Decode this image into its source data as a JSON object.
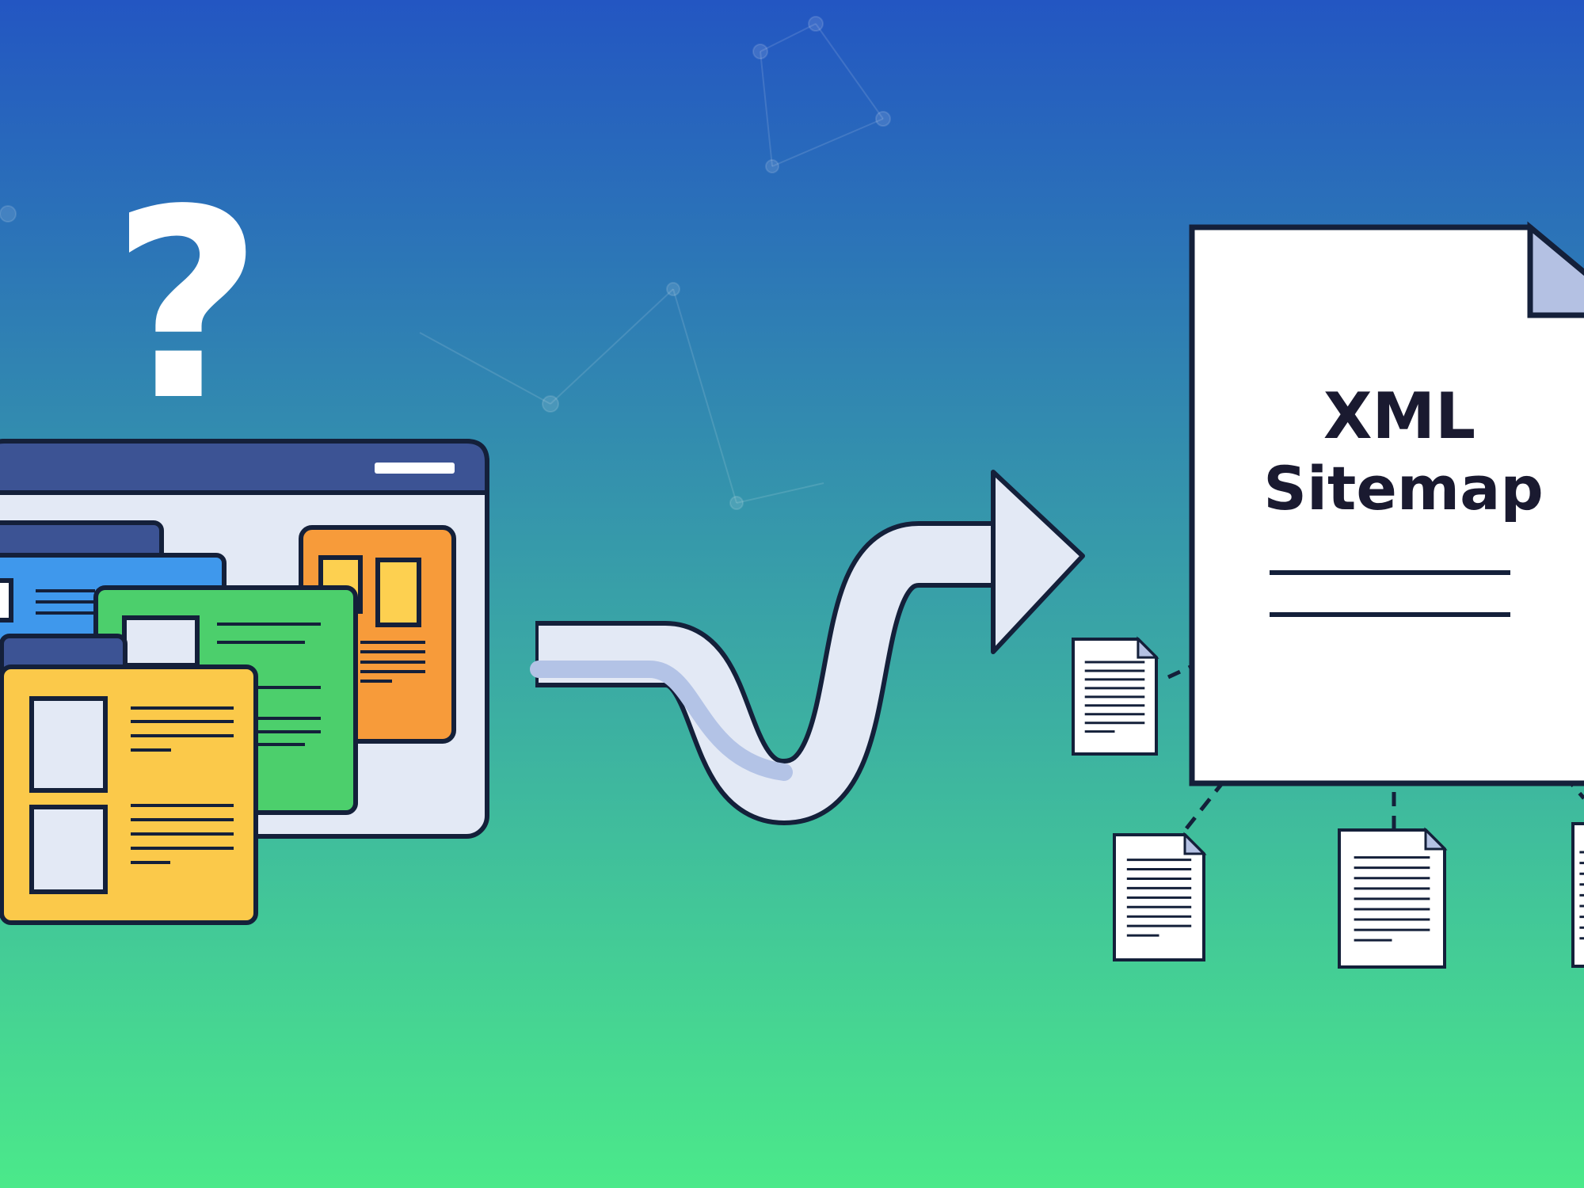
{
  "background": {
    "top_color": "#2356c2",
    "mid_color": "#38a0a8",
    "bottom_color": "#4be98a"
  },
  "question": {
    "symbol": "?"
  },
  "browser": {
    "colors": {
      "frame": "#e3e9f5",
      "titlebar": "#3c5394",
      "outline": "#14203a",
      "pill": "#ffffff"
    },
    "cards": [
      {
        "name": "blue",
        "color": "#3f98ec"
      },
      {
        "name": "orange",
        "color": "#f79b3a"
      },
      {
        "name": "green",
        "color": "#4ccf6c"
      },
      {
        "name": "yellow",
        "color": "#fbc94a"
      }
    ]
  },
  "arrow": {
    "color": "#e3e9f5",
    "shadow": "#b3c3e6"
  },
  "sitemap": {
    "title_line1": "XML",
    "title_line2": "Sitemap",
    "fold_color": "#b4c1e3",
    "child_pages": 4
  }
}
